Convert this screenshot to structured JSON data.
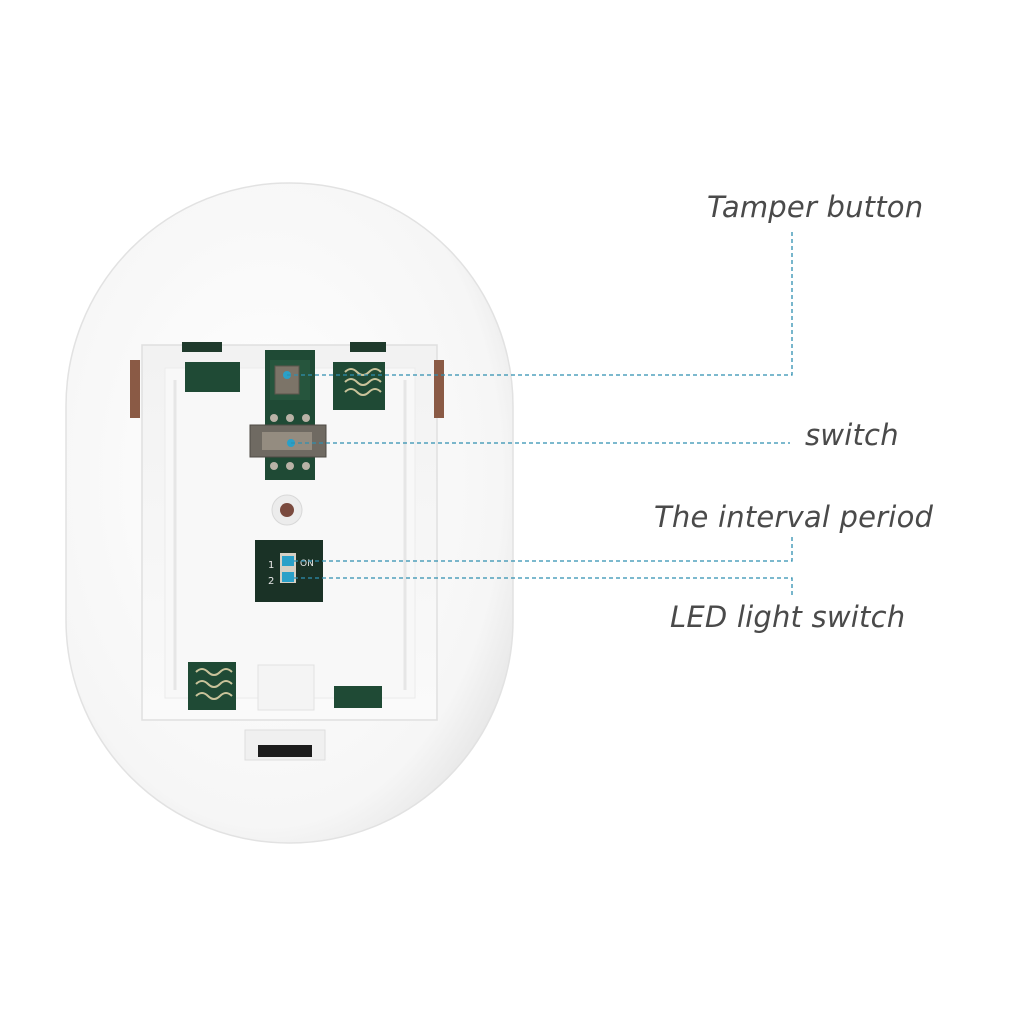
{
  "callouts": {
    "tamper_button": "Tamper button",
    "switch": "switch",
    "interval_period": "The interval period",
    "led_light_switch": "LED light switch"
  },
  "dip_switch": {
    "position_1": "1",
    "position_2": "2",
    "on_label": "ON"
  },
  "colors": {
    "leader_line": "#2f8fb0",
    "label_text": "#4a4a4a",
    "pcb": "#1f4a35",
    "marker_dot": "#2aa0c8",
    "tab_brown": "#8a5a45"
  }
}
